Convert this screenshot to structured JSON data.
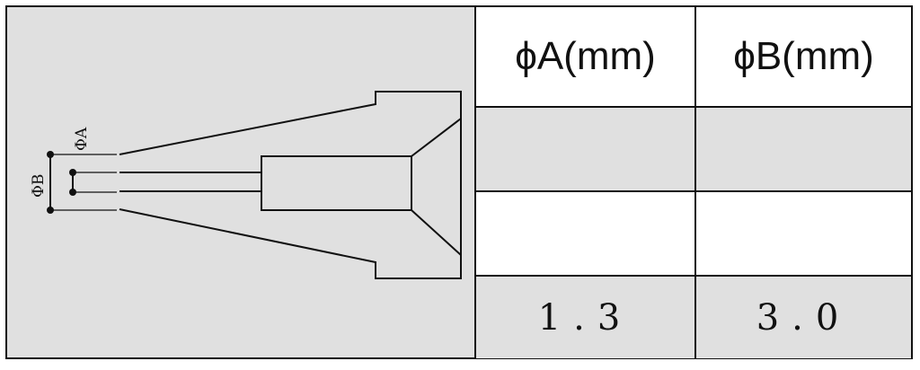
{
  "diagram": {
    "label_phi_a": "ΦA",
    "label_phi_b": "ΦB"
  },
  "table": {
    "headers": [
      "ϕA(mm)",
      "ϕB(mm)"
    ],
    "rows": [
      [
        "",
        ""
      ],
      [
        "",
        ""
      ],
      [
        "1.3",
        "3.0"
      ]
    ]
  }
}
